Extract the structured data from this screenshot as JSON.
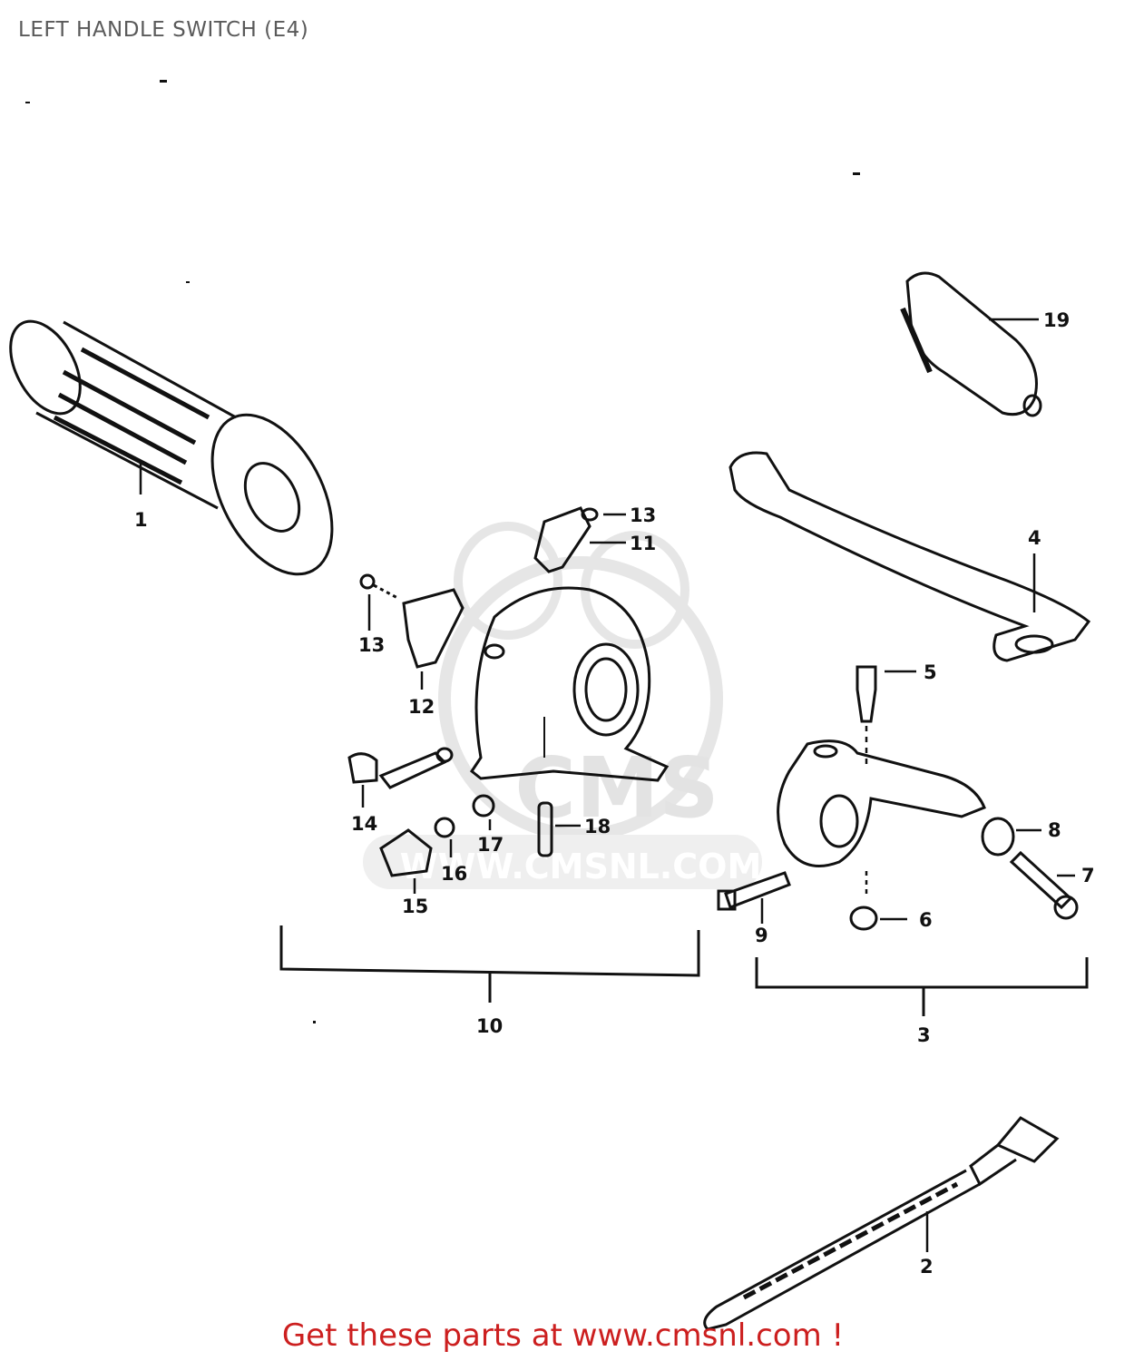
{
  "page": {
    "title": "LEFT HANDLE SWITCH (E4)",
    "footer": "Get these parts at www.cmsnl.com !"
  },
  "watermark": {
    "logo_text": "CMS",
    "url_text": "WWW.CMSNL.COM"
  },
  "callouts": {
    "c1": "1",
    "c2": "2",
    "c3": "3",
    "c4": "4",
    "c5": "5",
    "c6": "6",
    "c7": "7",
    "c8": "8",
    "c9": "9",
    "c10": "10",
    "c11": "11",
    "c12": "12",
    "c13a": "13",
    "c13b": "13",
    "c14": "14",
    "c15": "15",
    "c16": "16",
    "c17": "17",
    "c18": "18",
    "c19": "19"
  },
  "colors": {
    "line": "#111111",
    "title": "#5a5a5a",
    "footer": "#cc1f1f",
    "watermark": "#e3e3e3"
  }
}
